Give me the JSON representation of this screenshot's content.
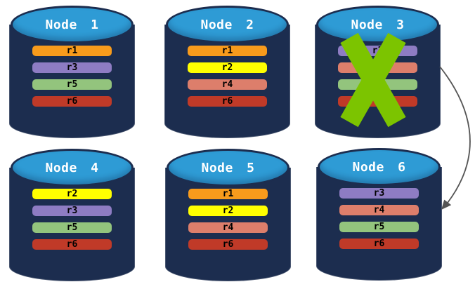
{
  "diagram": {
    "nodes": [
      {
        "title": "Node 1",
        "failed": false,
        "bars": [
          {
            "label": "r1",
            "color": "#F89B1C"
          },
          {
            "label": "r3",
            "color": "#8E7CC3"
          },
          {
            "label": "r5",
            "color": "#93C47D"
          },
          {
            "label": "r6",
            "color": "#C03A28"
          }
        ]
      },
      {
        "title": "Node 2",
        "failed": false,
        "bars": [
          {
            "label": "r1",
            "color": "#F89B1C"
          },
          {
            "label": "r2",
            "color": "#FFFF00"
          },
          {
            "label": "r4",
            "color": "#DD7E6B"
          },
          {
            "label": "r6",
            "color": "#C03A28"
          }
        ]
      },
      {
        "title": "Node 3",
        "failed": true,
        "bars": [
          {
            "label": "r3",
            "color": "#8E7CC3"
          },
          {
            "label": "",
            "color": "#DD7E6B"
          },
          {
            "label": "",
            "color": "#93C47D"
          },
          {
            "label": "",
            "color": "#C03A28"
          }
        ]
      },
      {
        "title": "Node 4",
        "failed": false,
        "bars": [
          {
            "label": "r2",
            "color": "#FFFF00"
          },
          {
            "label": "r3",
            "color": "#8E7CC3"
          },
          {
            "label": "r5",
            "color": "#93C47D"
          },
          {
            "label": "r6",
            "color": "#C03A28"
          }
        ]
      },
      {
        "title": "Node 5",
        "failed": false,
        "bars": [
          {
            "label": "r1",
            "color": "#F89B1C"
          },
          {
            "label": "r2",
            "color": "#FFFF00"
          },
          {
            "label": "r4",
            "color": "#DD7E6B"
          },
          {
            "label": "r6",
            "color": "#C03A28"
          }
        ]
      },
      {
        "title": "Node 6",
        "failed": false,
        "bars": [
          {
            "label": "r3",
            "color": "#8E7CC3"
          },
          {
            "label": "r4",
            "color": "#DD7E6B"
          },
          {
            "label": "r5",
            "color": "#93C47D"
          },
          {
            "label": "r6",
            "color": "#C03A28"
          }
        ]
      }
    ],
    "colors": {
      "background": "#FFFFFF",
      "cylinder_body": "#1C2D4F",
      "cylinder_top": "#2E9BD5",
      "title_text": "#FFFFFF",
      "bar_text": "#000000",
      "failure_x": "#7CC400",
      "arrow": "#555555"
    }
  }
}
